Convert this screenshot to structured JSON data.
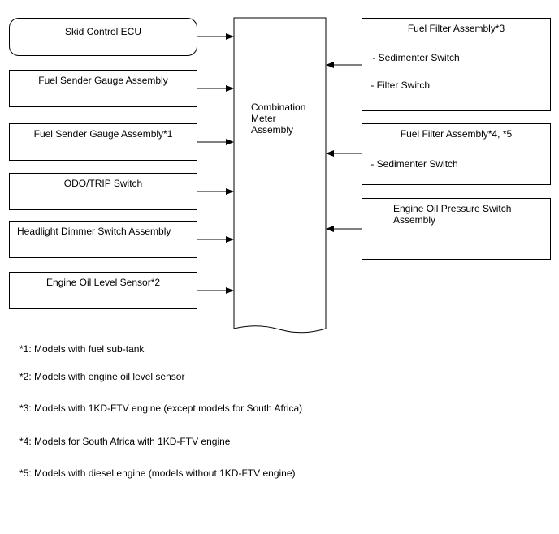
{
  "left_boxes": [
    {
      "label": "Skid Control ECU"
    },
    {
      "label": "Fuel Sender Gauge Assembly"
    },
    {
      "label": "Fuel Sender Gauge Assembly*1"
    },
    {
      "label": "ODO/TRIP Switch"
    },
    {
      "label": "Headlight Dimmer Switch Assembly"
    },
    {
      "label": "Engine Oil Level Sensor*2"
    }
  ],
  "center_box": {
    "line1": "Combination",
    "line2": "Meter",
    "line3": "Assembly"
  },
  "right_boxes": [
    {
      "title": "Fuel Filter Assembly*3",
      "items": [
        " - Sedimenter Switch",
        " - Filter Switch"
      ]
    },
    {
      "title": "Fuel Filter Assembly*4, *5",
      "items": [
        " - Sedimenter Switch"
      ]
    },
    {
      "title_line1": "Engine Oil Pressure Switch",
      "title_line2": "Assembly"
    }
  ],
  "notes": [
    "*1: Models with fuel sub-tank",
    "*2: Models with engine oil level sensor",
    "*3: Models with 1KD-FTV engine (except models for South Africa)",
    "*4: Models for South Africa with 1KD-FTV engine",
    "*5: Models with diesel engine (models without 1KD-FTV engine)"
  ]
}
